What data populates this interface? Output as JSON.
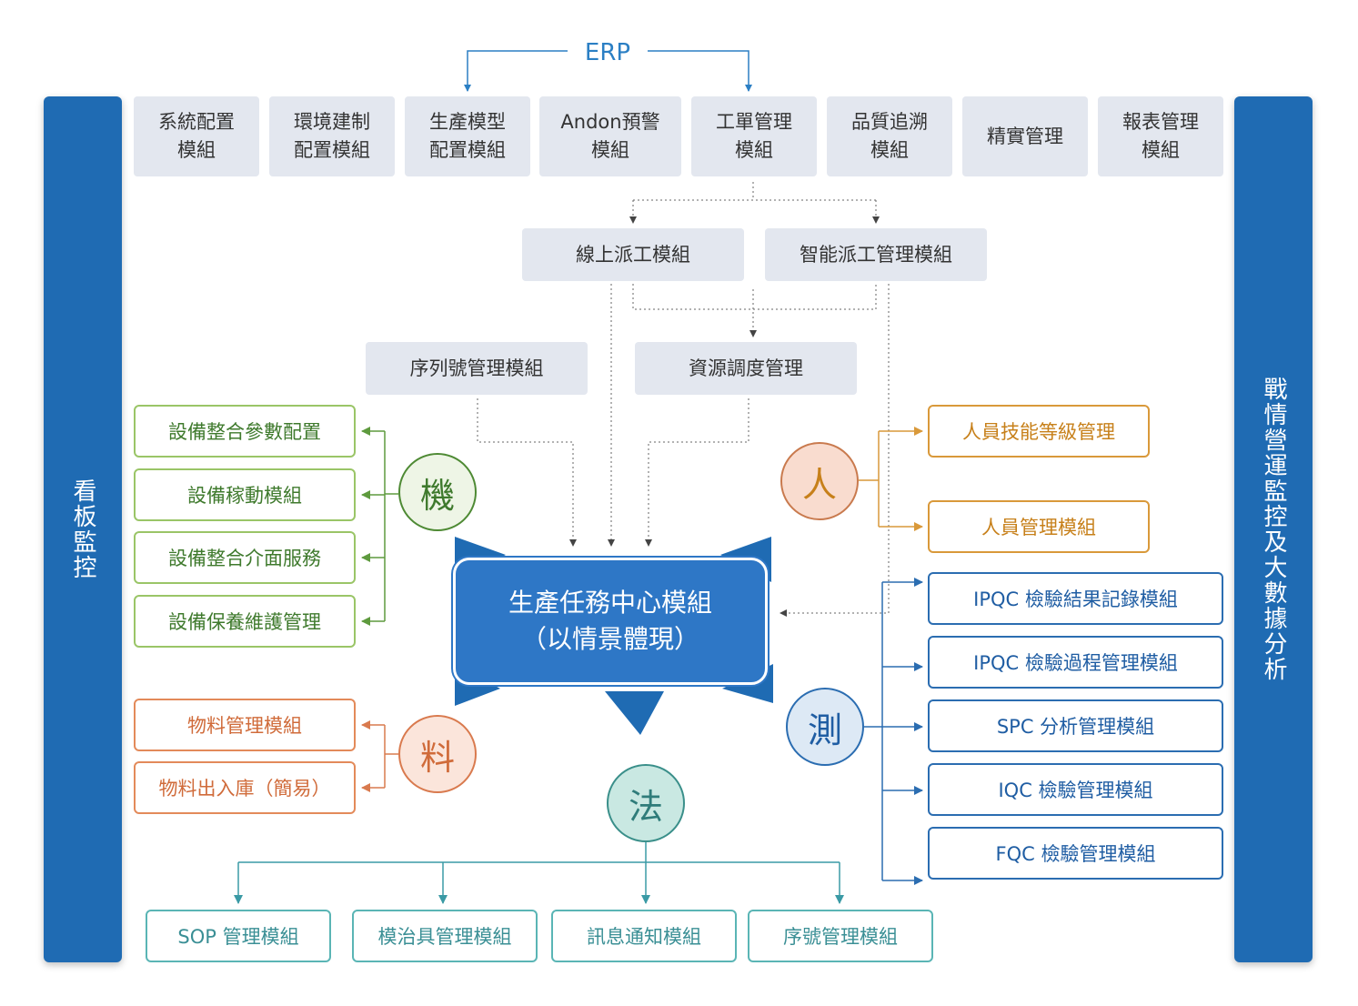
{
  "erp": "ERP",
  "left_bar": "看板監控",
  "right_bar": "戰情營運監控及大數據分析",
  "top_modules": [
    {
      "line1": "系統配置",
      "line2": "模組"
    },
    {
      "line1": "環境建制",
      "line2": "配置模組"
    },
    {
      "line1": "生產模型",
      "line2": "配置模組"
    },
    {
      "line1": "Andon預警",
      "line2": "模組"
    },
    {
      "line1": "工單管理",
      "line2": "模組"
    },
    {
      "line1": "品質追溯",
      "line2": "模組"
    },
    {
      "line1": "精實管理",
      "line2": ""
    },
    {
      "line1": "報表管理",
      "line2": "模組"
    }
  ],
  "dispatch": {
    "online": "線上派工模組",
    "smart": "智能派工管理模組"
  },
  "serial_module": "序列號管理模組",
  "resource": "資源調度管理",
  "center": {
    "line1": "生產任務中心模組",
    "line2": "（以情景體現）"
  },
  "machine": {
    "label": "機",
    "items": [
      "設備整合參數配置",
      "設備稼動模組",
      "設備整合介面服務",
      "設備保養維護管理"
    ]
  },
  "material": {
    "label": "料",
    "items": [
      "物料管理模組",
      "物料出入庫（簡易）"
    ]
  },
  "person": {
    "label": "人",
    "items": [
      "人員技能等級管理",
      "人員管理模組"
    ]
  },
  "measure": {
    "label": "測",
    "items": [
      "IPQC 檢驗結果記錄模組",
      "IPQC 檢驗過程管理模組",
      "SPC 分析管理模組",
      "IQC 檢驗管理模組",
      "FQC 檢驗管理模組"
    ]
  },
  "method": {
    "label": "法",
    "items": [
      "SOP 管理模組",
      "模治具管理模組",
      "訊息通知模組",
      "序號管理模組"
    ]
  },
  "colors": {
    "primary": "#1f6bb3",
    "center": "#2e77c6",
    "green": "#9ac567",
    "orange": "#e38a5a",
    "gold": "#d9993a",
    "teal": "#5ab5b5"
  }
}
